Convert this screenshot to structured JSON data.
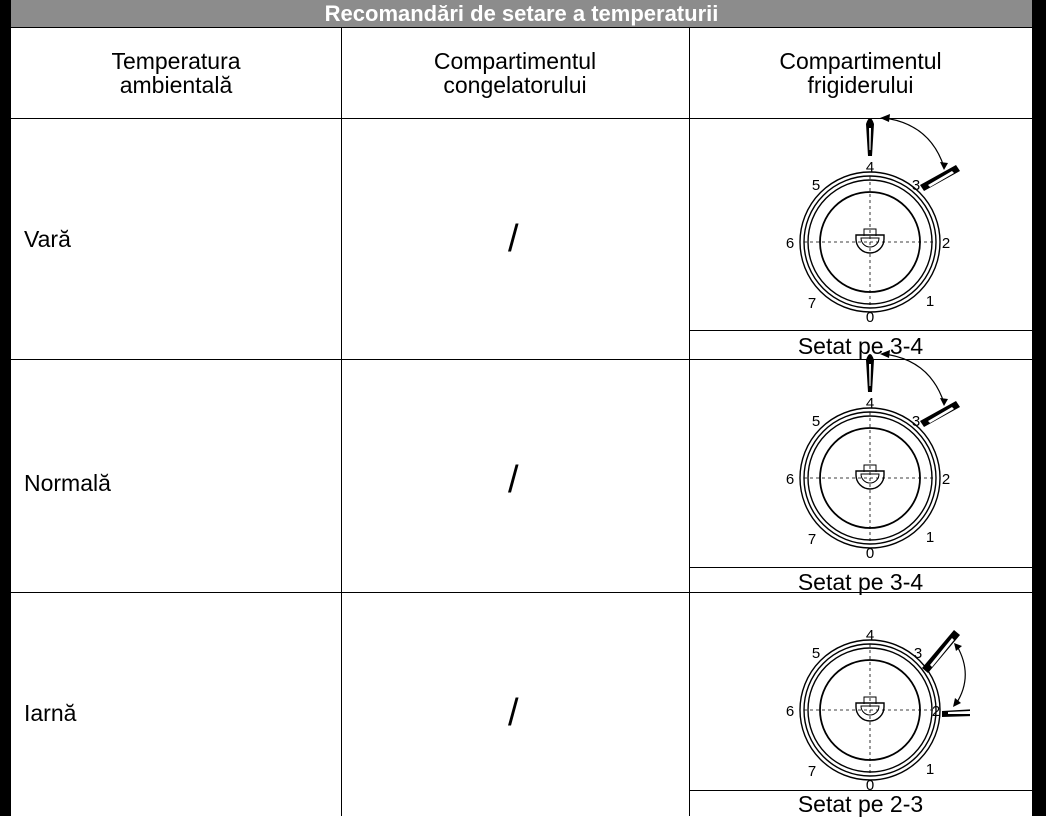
{
  "table": {
    "title": "Recomandări de setare a temperaturii",
    "headers": {
      "col1": [
        "Temperatura",
        "ambientală"
      ],
      "col2": [
        "Compartimentul",
        "congelatorului"
      ],
      "col3": [
        "Compartimentul",
        "frigiderului"
      ]
    },
    "rows": [
      {
        "season": "Vară",
        "freezer": "/",
        "fridge_setting": "Setat pe 3-4"
      },
      {
        "season": "Normală",
        "freezer": "/",
        "fridge_setting": "Setat pe 3-4"
      },
      {
        "season": "Iarnă",
        "freezer": "/",
        "fridge_setting": "Setat pe 2-3"
      }
    ]
  },
  "dial": {
    "numbers": [
      "0",
      "1",
      "2",
      "3",
      "4",
      "5",
      "6",
      "7"
    ]
  }
}
